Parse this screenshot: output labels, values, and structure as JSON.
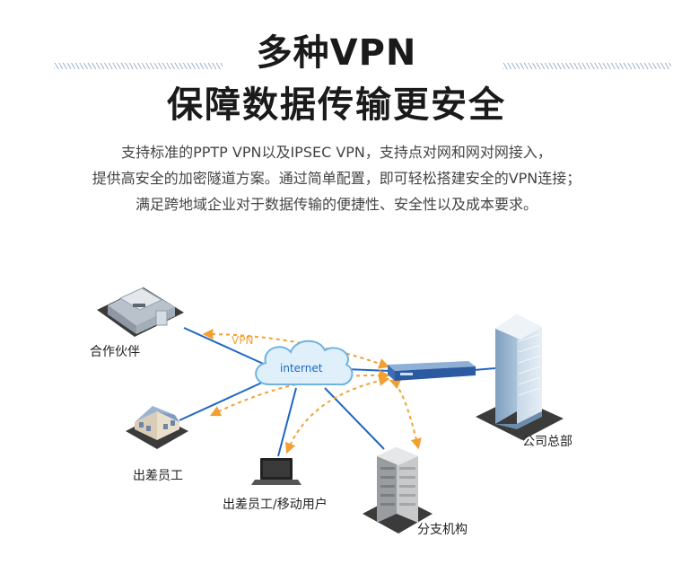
{
  "header": {
    "title_line1": "多种VPN",
    "title_line2": "保障数据传输更安全"
  },
  "description": {
    "line1": "支持标准的PPTP VPN以及IPSEC VPN，支持点对网和网对网接入，",
    "line2": "提供高安全的加密隧道方案。通过简单配置，即可轻松搭建安全的VPN连接；",
    "line3": "满足跨地域企业对于数据传输的便捷性、安全性以及成本要求。"
  },
  "diagram": {
    "cloud_label": "internet",
    "vpn_label": "VPN",
    "nodes": {
      "partner": "合作伙伴",
      "travel_staff": "出差员工",
      "mobile_user": "出差员工/移动用户",
      "branch": "分支机构",
      "hq": "公司总部"
    },
    "colors": {
      "link": "#1f66c4",
      "vpn_tunnel": "#f2a031",
      "cloud_fill": "#dff0fb",
      "cloud_stroke": "#6fb3e2"
    }
  }
}
